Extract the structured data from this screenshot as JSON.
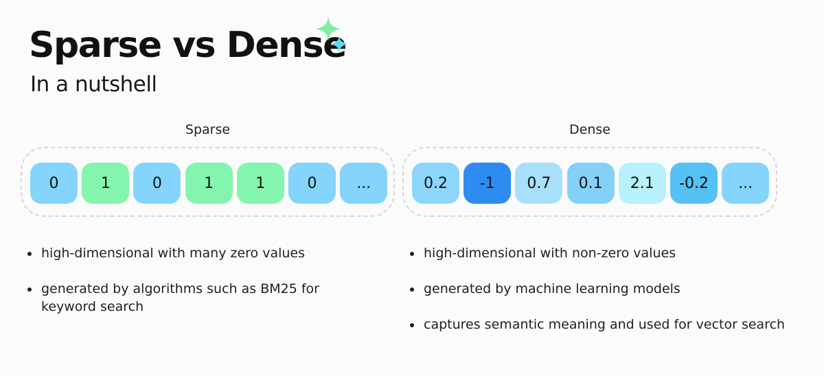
{
  "header": {
    "title": "Sparse vs Dense",
    "subtitle": "In a nutshell",
    "sparkle_icon": "sparkles-icon",
    "sparkle_colors": [
      "#7ef0a0",
      "#5fd8f2"
    ]
  },
  "sparse": {
    "label": "Sparse",
    "cells": [
      {
        "text": "0",
        "color": "#84d4fb"
      },
      {
        "text": "1",
        "color": "#84f5ae"
      },
      {
        "text": "0",
        "color": "#84d4fb"
      },
      {
        "text": "1",
        "color": "#84f5ae"
      },
      {
        "text": "1",
        "color": "#84f5ae"
      },
      {
        "text": "0",
        "color": "#84d4fb"
      },
      {
        "text": "...",
        "color": "#84d4fb"
      }
    ],
    "bullets": [
      "high-dimensional with many zero values",
      "generated by algorithms such as BM25 for keyword search"
    ]
  },
  "dense": {
    "label": "Dense",
    "cells": [
      {
        "text": "0.2",
        "color": "#8dd6fb"
      },
      {
        "text": "-1",
        "color": "#2e8cf0"
      },
      {
        "text": "0.7",
        "color": "#a8e0fb"
      },
      {
        "text": "0.1",
        "color": "#84d1f8"
      },
      {
        "text": "2.1",
        "color": "#b8f1fb"
      },
      {
        "text": "-0.2",
        "color": "#55c1f4"
      },
      {
        "text": "...",
        "color": "#84d4fb"
      }
    ],
    "bullets": [
      "high-dimensional with non-zero values",
      "generated by machine learning models",
      "captures semantic meaning and used for vector search"
    ]
  }
}
